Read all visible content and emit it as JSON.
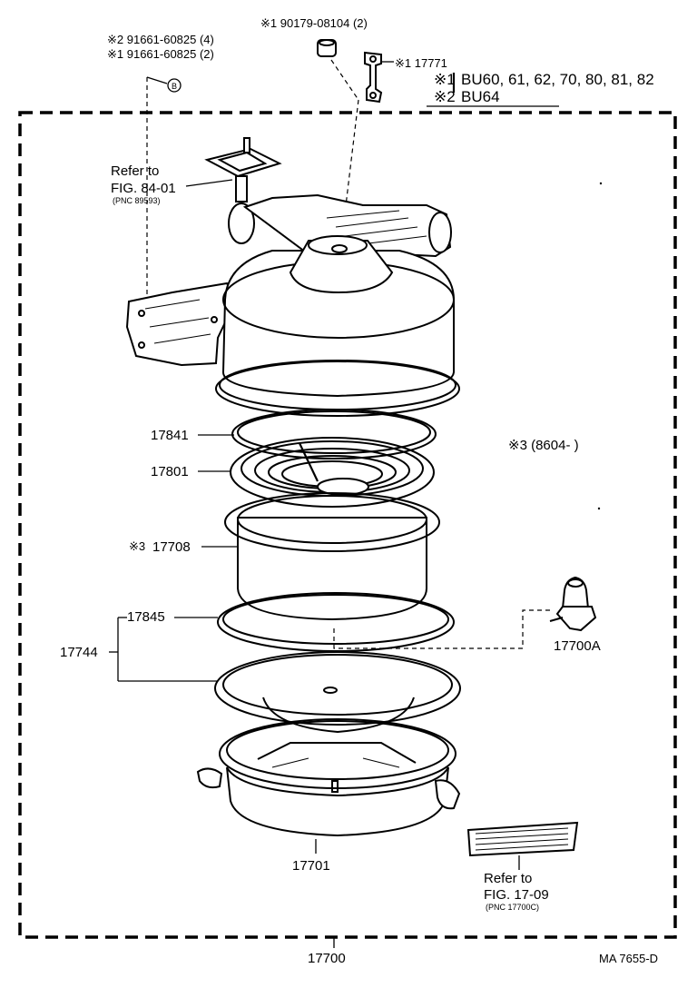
{
  "header": {
    "part_90179": "※1 90179-08104 (2)",
    "part_91661_a": "※2 91661-60825 (4)",
    "part_91661_b": "※1 91661-60825 (2)",
    "part_17771": "※1 17771",
    "circle_b": "B",
    "note1_mark": "※1",
    "note1_text": "BU60, 61, 62, 70, 80, 81, 82",
    "note2_mark": "※2",
    "note2_text": "BU64",
    "note3": "※3 (8604-       )"
  },
  "refs": {
    "ref1_line1": "Refer to",
    "ref1_line2": "FIG. 84-01",
    "ref1_pnc": "(PNC 89593)",
    "ref2_line1": "Refer to",
    "ref2_line2": "FIG. 17-09",
    "ref2_pnc": "(PNC 17700C)"
  },
  "callouts": {
    "c17841": "17841",
    "c17801": "17801",
    "c17708_mark": "※3",
    "c17708": "17708",
    "c17845": "17845",
    "c17744": "17744",
    "c17700A": "17700A",
    "c17701": "17701"
  },
  "footer": {
    "main_part": "17700",
    "drawing_id": "MA 7655-D"
  }
}
